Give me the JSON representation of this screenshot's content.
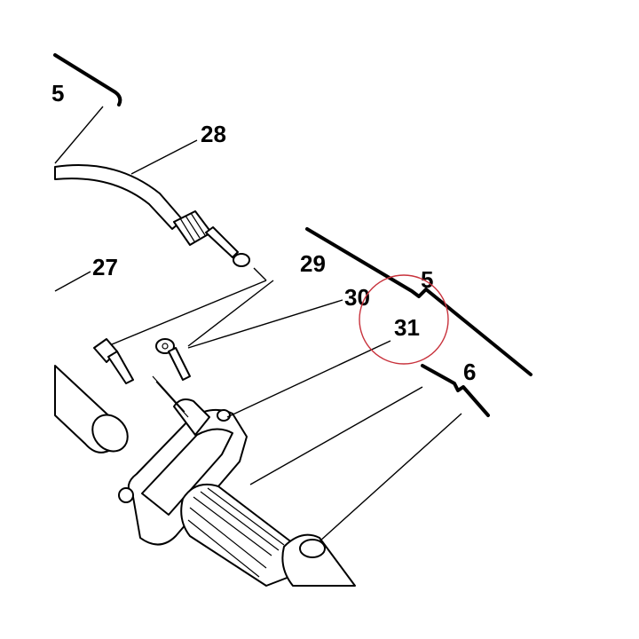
{
  "labels": {
    "l5_top": "5",
    "l28": "28",
    "l27": "27",
    "l29": "29",
    "l5_mid": "5",
    "l30": "30",
    "l31": "31",
    "l6": "6"
  },
  "colors": {
    "line": "#000000",
    "highlight_circle": "#c8323c",
    "background": "#ffffff"
  }
}
